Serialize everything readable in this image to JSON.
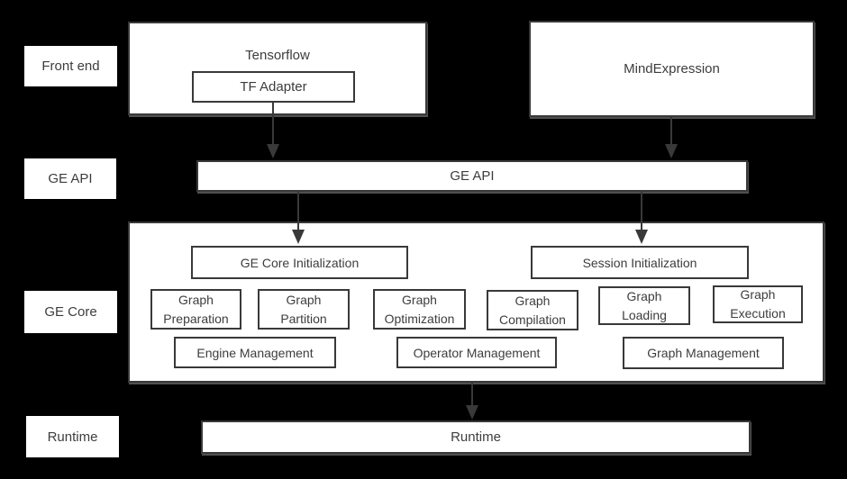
{
  "colors": {
    "background": "#000000",
    "box_fill": "#ffffff",
    "line": "#393939",
    "text": "#3d3d3d"
  },
  "row_labels": [
    {
      "text": "Front end"
    },
    {
      "text": "GE API"
    },
    {
      "text": "GE Core"
    },
    {
      "text": "Runtime"
    }
  ],
  "front_end": {
    "tensorflow_title": "Tensorflow",
    "tf_adapter": "TF Adapter",
    "mind_expression": "MindExpression"
  },
  "ge_api": {
    "label": "GE API"
  },
  "ge_core": {
    "initialization": [
      {
        "text": "GE Core Initialization"
      },
      {
        "text": "Session Initialization"
      }
    ],
    "stages": [
      {
        "text": "Graph\nPreparation"
      },
      {
        "text": "Graph\nPartition"
      },
      {
        "text": "Graph\nOptimization"
      },
      {
        "text": "Graph\nCompilation"
      },
      {
        "text": "Graph\nLoading"
      },
      {
        "text": "Graph\nExecution"
      }
    ],
    "management": [
      {
        "text": "Engine Management"
      },
      {
        "text": "Operator Management"
      },
      {
        "text": "Graph Management"
      }
    ]
  },
  "runtime": {
    "label": "Runtime"
  }
}
